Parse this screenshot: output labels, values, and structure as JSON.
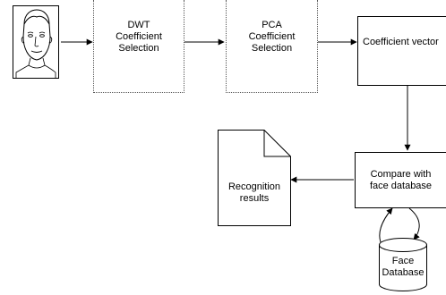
{
  "diagram": {
    "face_image": {
      "icon": "face-sketch-icon"
    },
    "nodes": {
      "dwt": {
        "label": "DWT\nCoefficient\nSelection"
      },
      "pca": {
        "label": "PCA\nCoefficient\nSelection"
      },
      "coef": {
        "label": "Coefficient vector"
      },
      "compare": {
        "label": "Compare with\nface database"
      },
      "result": {
        "label": "Recognition\nresults"
      },
      "db": {
        "label": "Face\nDatabase"
      }
    }
  }
}
